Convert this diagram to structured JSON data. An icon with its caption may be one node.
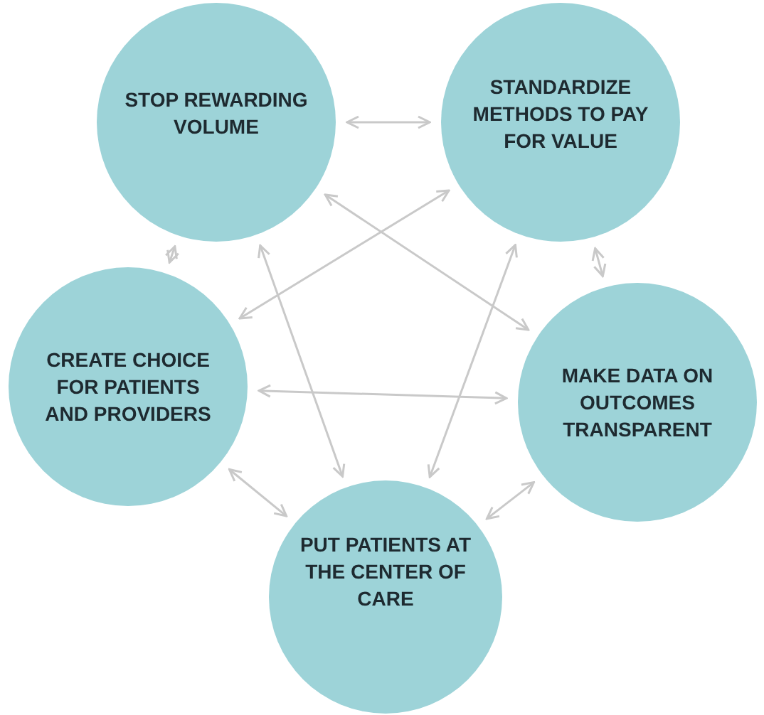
{
  "diagram": {
    "nodes": [
      {
        "text": [
          "STOP REWARDING VOLUME"
        ]
      },
      {
        "text": [
          "STANDARDIZE METHODS TO PAY FOR VALUE"
        ]
      },
      {
        "text": [
          "CREATE CHOICE FOR PATIENTS AND PROVIDERS"
        ]
      },
      {
        "text": [
          "MAKE DATA ON OUTCOMES TRANSPARENT"
        ]
      },
      {
        "text": [
          "PUT PATIENTS AT THE CENTER OF CARE"
        ]
      }
    ],
    "edges": [
      {
        "from": 0,
        "to": 1,
        "arrow": "both"
      },
      {
        "from": 0,
        "to": 2,
        "arrow": "both"
      },
      {
        "from": 0,
        "to": 3,
        "arrow": "both"
      },
      {
        "from": 0,
        "to": 4,
        "arrow": "both"
      },
      {
        "from": 1,
        "to": 2,
        "arrow": "both"
      },
      {
        "from": 1,
        "to": 3,
        "arrow": "both"
      },
      {
        "from": 1,
        "to": 4,
        "arrow": "both"
      },
      {
        "from": 2,
        "to": 3,
        "arrow": "both"
      },
      {
        "from": 2,
        "to": 4,
        "arrow": "both"
      },
      {
        "from": 3,
        "to": 4,
        "arrow": "both"
      }
    ]
  }
}
